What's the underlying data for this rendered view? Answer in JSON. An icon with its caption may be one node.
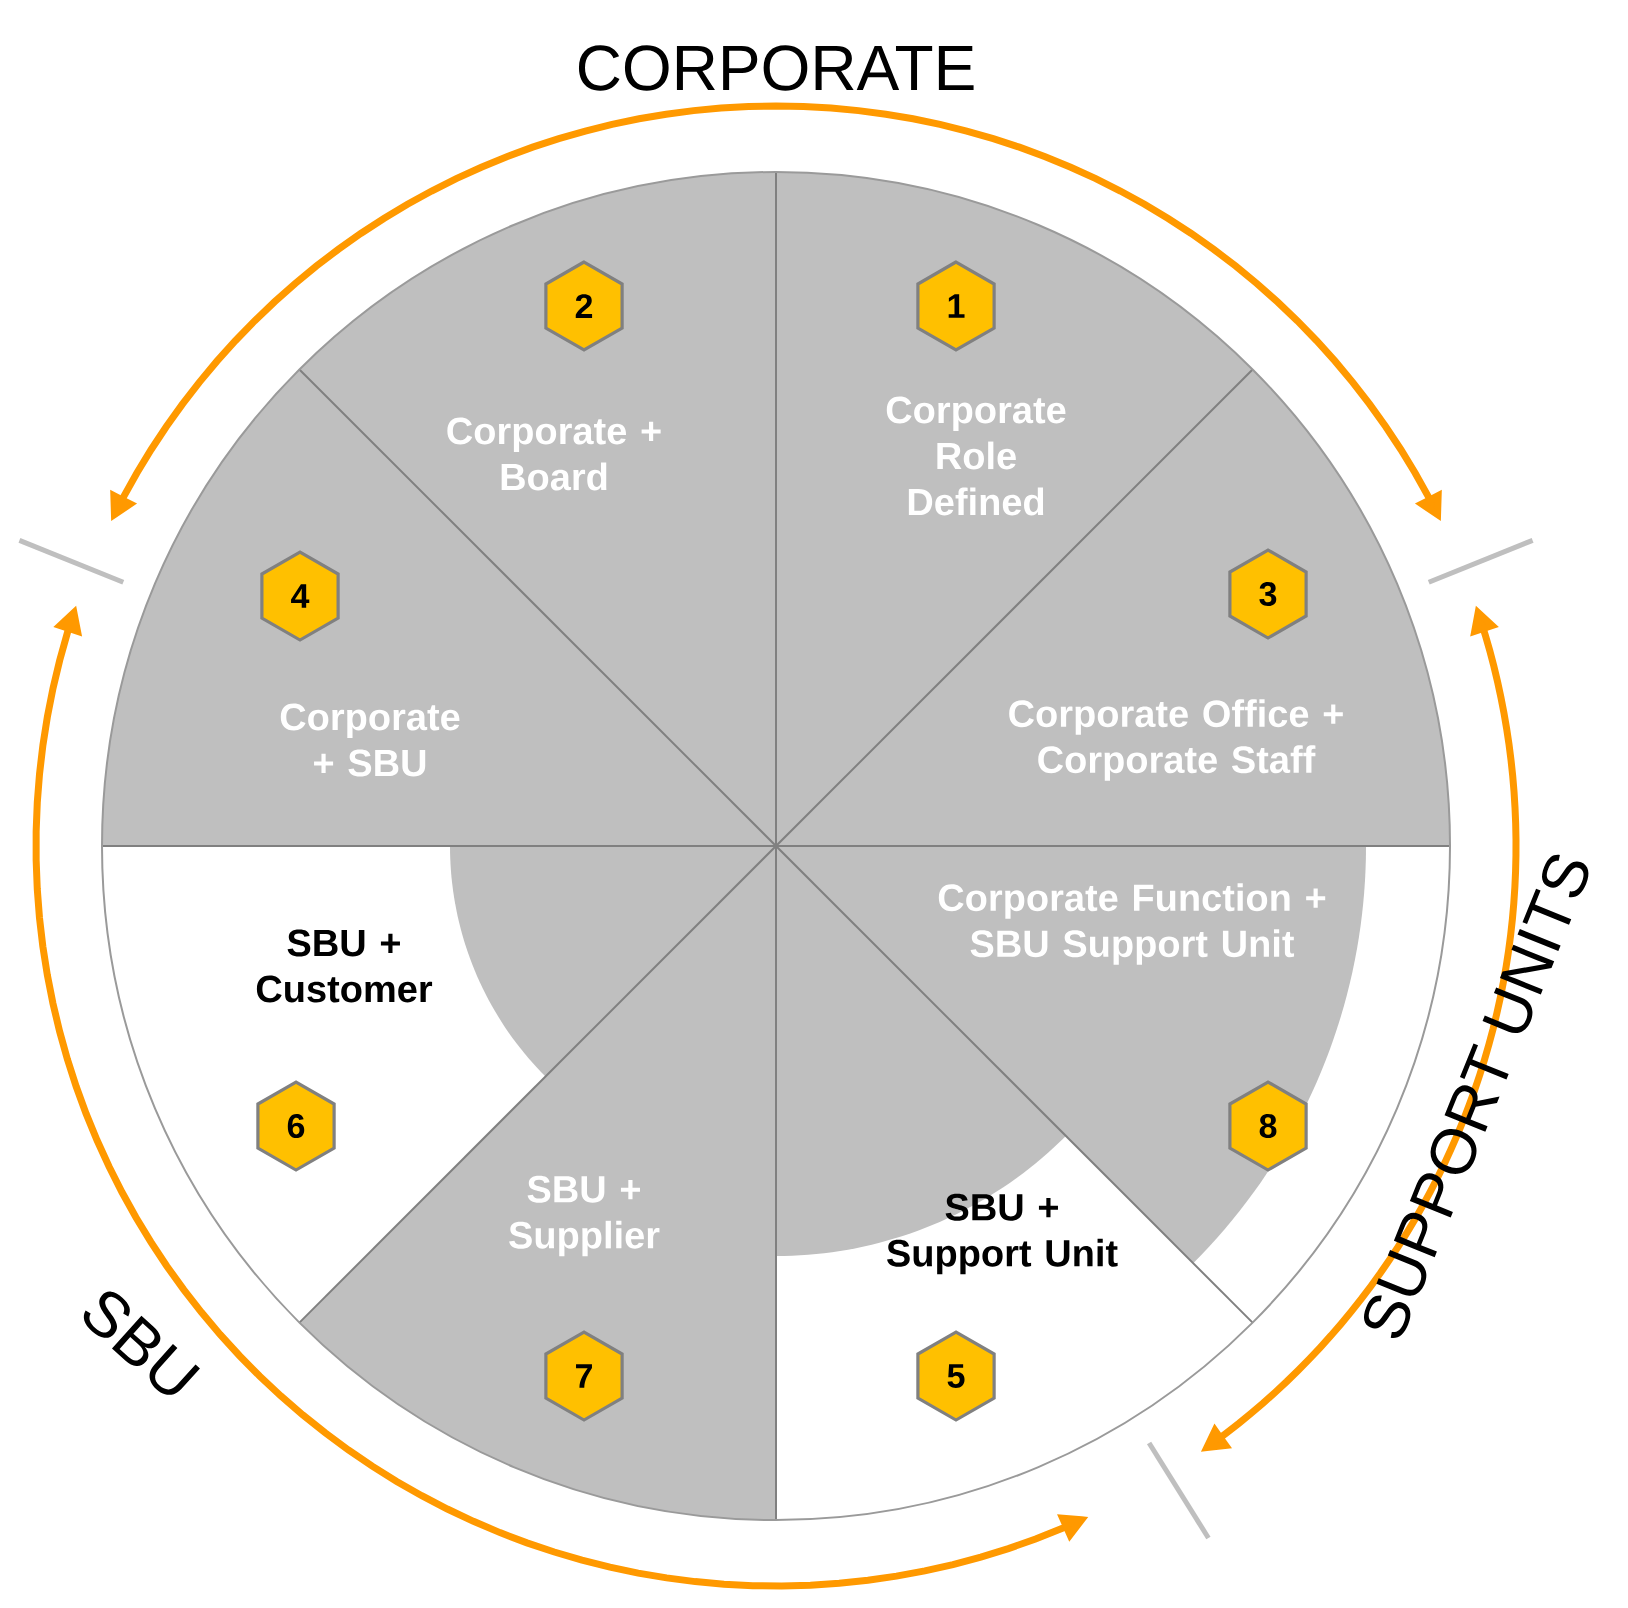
{
  "diagram": {
    "nodes": [
      {
        "text": [
          "Corporate + Board"
        ]
      },
      {
        "text": [
          "2"
        ]
      },
      {
        "text": [
          "Corporate Role Defined"
        ]
      },
      {
        "text": [
          "1"
        ]
      },
      {
        "text": [
          "Corporate + SBU"
        ]
      },
      {
        "text": [
          "4"
        ]
      },
      {
        "text": [
          "Corporate Office + Corporate Staff"
        ]
      },
      {
        "text": [
          "3"
        ]
      },
      {
        "text": [
          "Corporate Function + SBU Support Unit"
        ]
      },
      {
        "text": [
          "8"
        ]
      },
      {
        "text": [
          "SBU + Customer"
        ]
      },
      {
        "text": [
          "6"
        ]
      },
      {
        "text": [
          "SBU + Supplier"
        ]
      },
      {
        "text": [
          "7"
        ]
      },
      {
        "text": [
          "SBU + Support Unit"
        ]
      },
      {
        "text": [
          "5"
        ]
      }
    ],
    "labels": [
      "CORPORATE",
      "SUPPORT UNITS",
      "SBU"
    ]
  }
}
